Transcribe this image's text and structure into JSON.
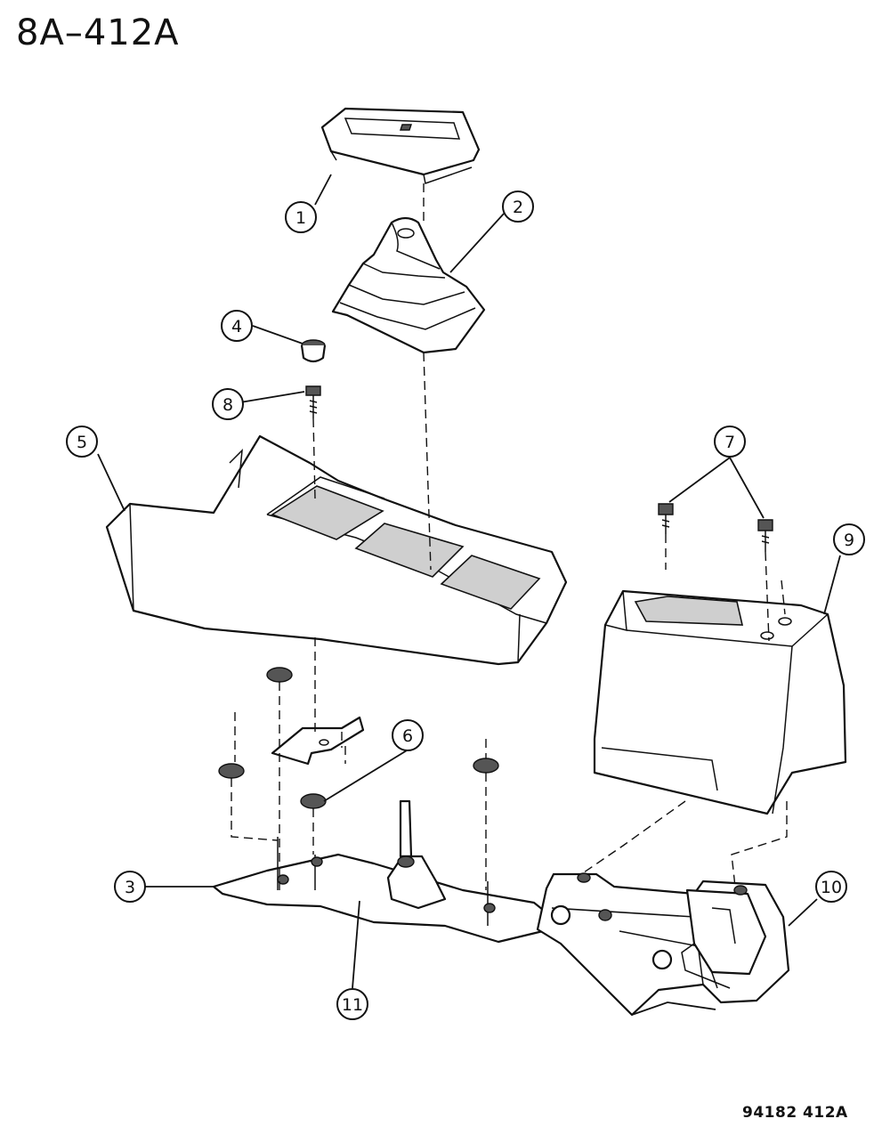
{
  "header": {
    "title": "8A–412A"
  },
  "footer": {
    "code": "94182  412A"
  },
  "callouts": [
    {
      "id": "callout-1",
      "label": "1"
    },
    {
      "id": "callout-2",
      "label": "2"
    },
    {
      "id": "callout-3",
      "label": "3"
    },
    {
      "id": "callout-4",
      "label": "4"
    },
    {
      "id": "callout-5",
      "label": "5"
    },
    {
      "id": "callout-6",
      "label": "6"
    },
    {
      "id": "callout-7",
      "label": "7"
    },
    {
      "id": "callout-8",
      "label": "8"
    },
    {
      "id": "callout-9",
      "label": "9"
    },
    {
      "id": "callout-10",
      "label": "10"
    },
    {
      "id": "callout-11",
      "label": "11"
    }
  ]
}
